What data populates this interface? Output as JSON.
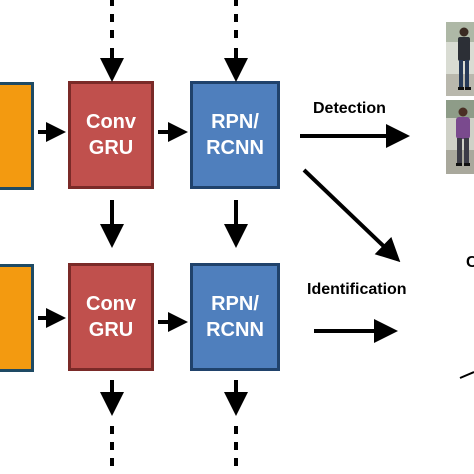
{
  "blocks": {
    "row1": {
      "conv_gru": {
        "line1": "Conv",
        "line2": "GRU"
      },
      "rpn_rcnn": {
        "line1": "RPN/",
        "line2": "RCNN"
      }
    },
    "row2": {
      "conv_gru": {
        "line1": "Conv",
        "line2": "GRU"
      },
      "rpn_rcnn": {
        "line1": "RPN/",
        "line2": "RCNN"
      }
    }
  },
  "labels": {
    "detection": "Detection",
    "identification": "Identification",
    "cropped_letter": "C"
  },
  "colors": {
    "orange": "#f39a10",
    "red": "#c0504d",
    "blue": "#4f7fbd",
    "arrow": "#000000"
  }
}
